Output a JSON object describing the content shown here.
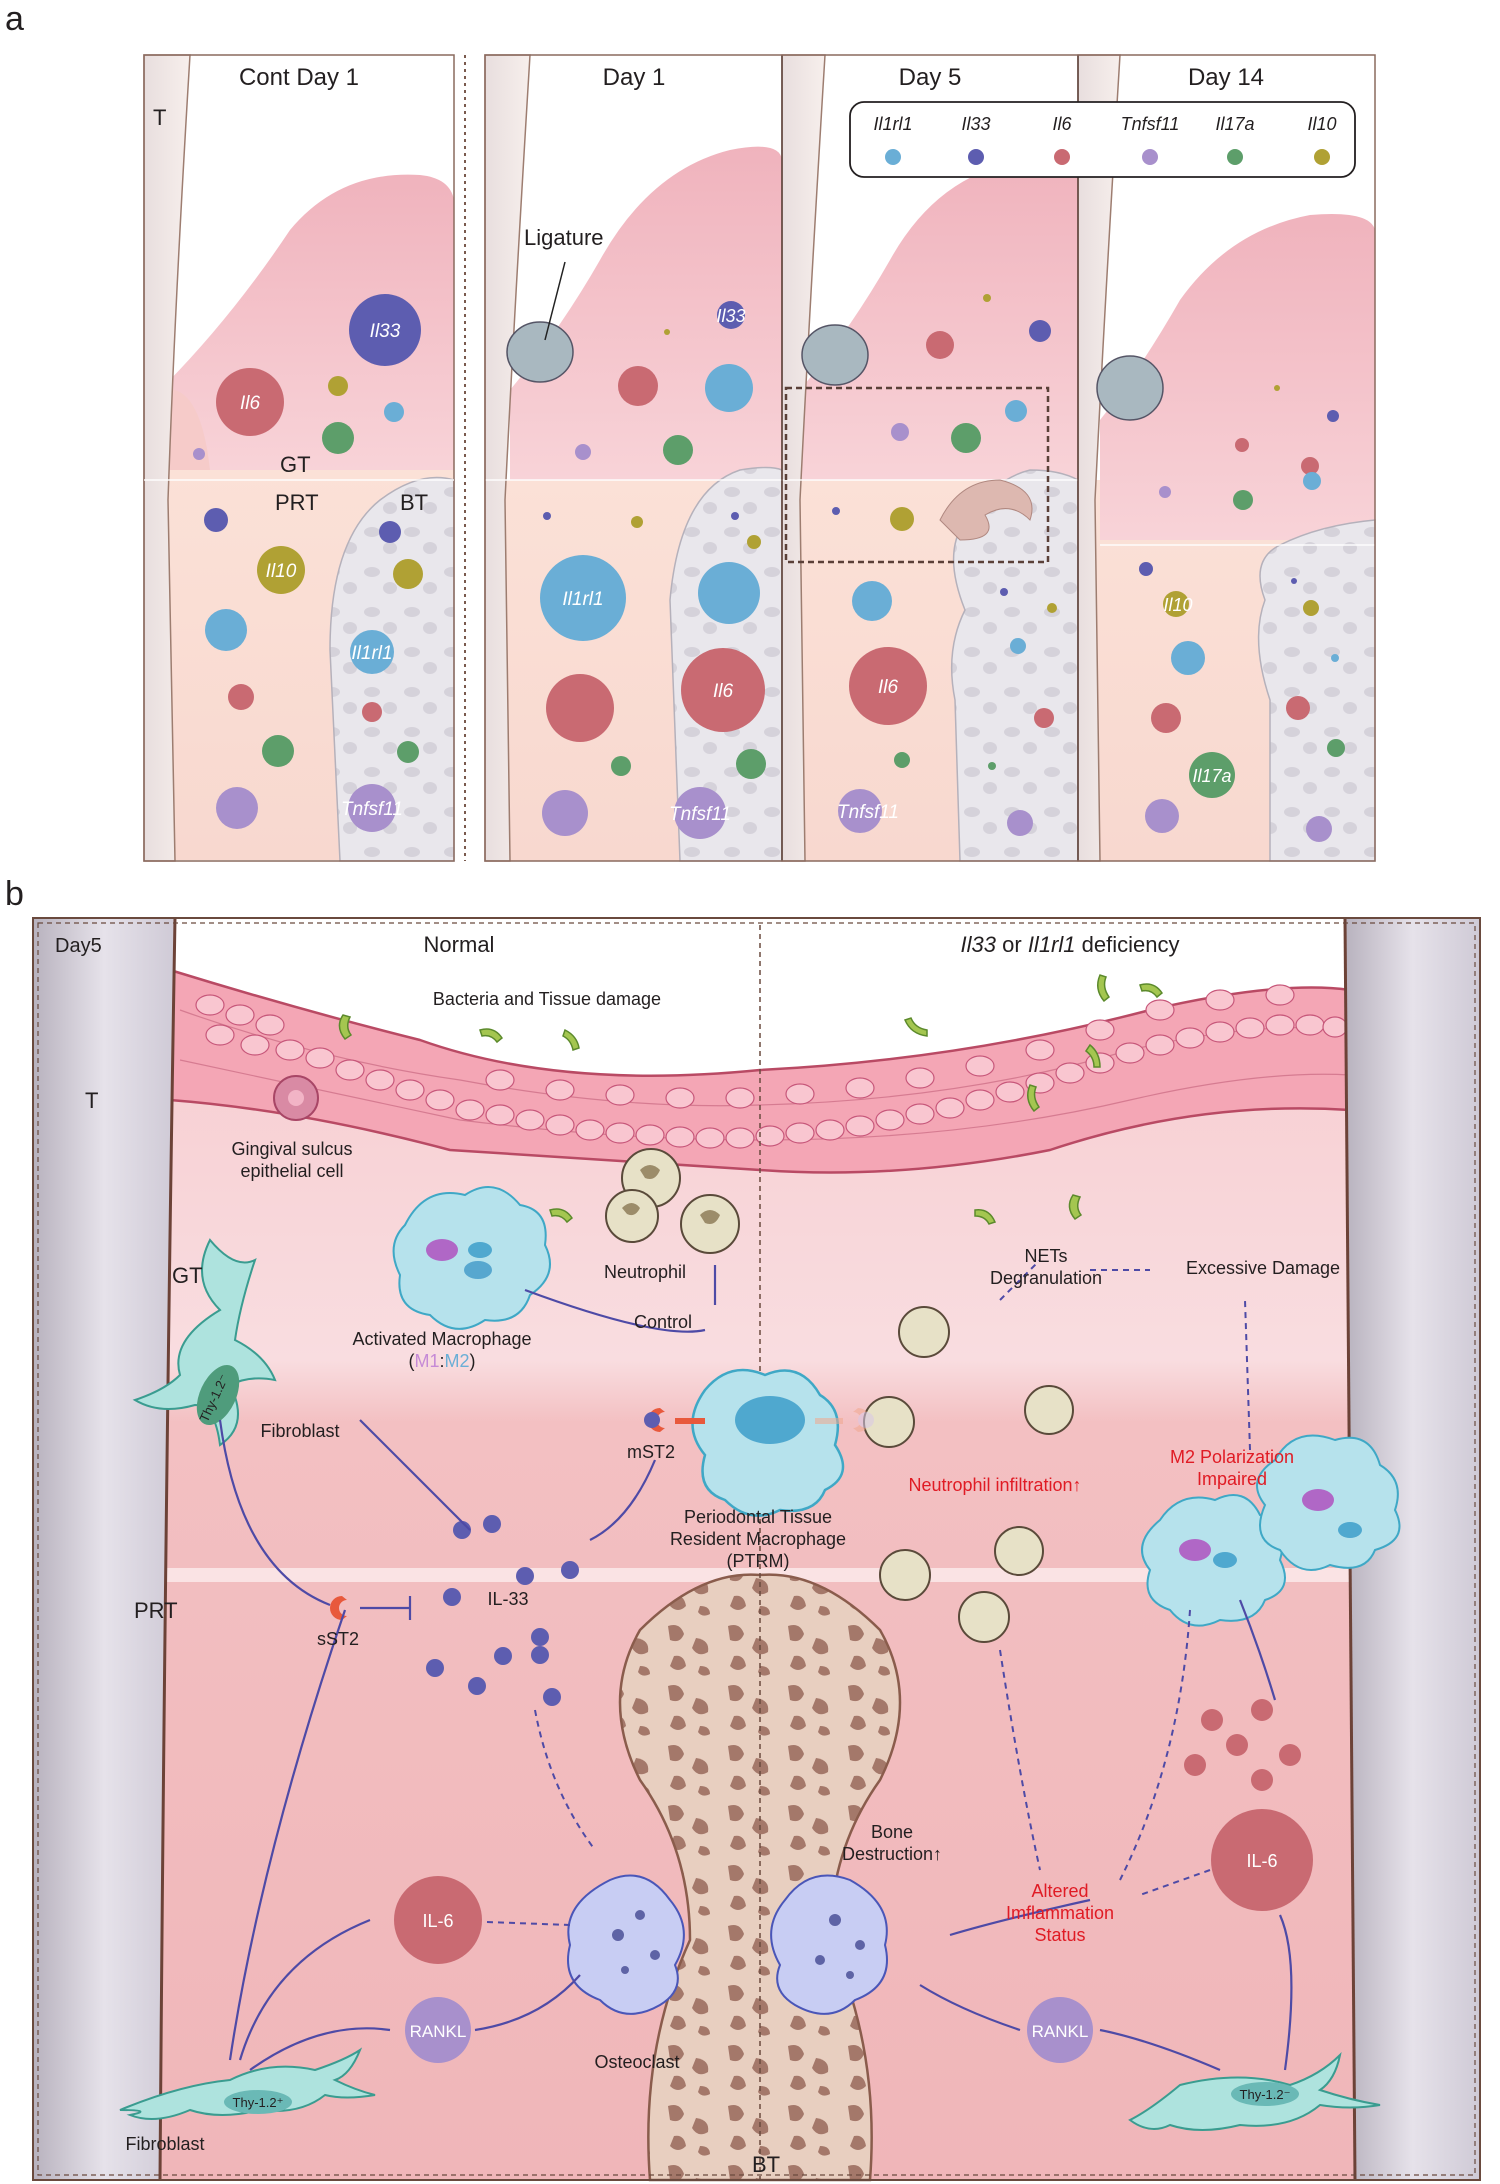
{
  "panel_a": {
    "letter": "a",
    "columns": [
      "Cont Day 1",
      "Day 1",
      "Day 5",
      "Day 14"
    ],
    "tissue_labels": {
      "tooth": "T",
      "gingiva": "GT",
      "ligament": "PRT",
      "bone": "BT"
    },
    "ligature_label": "Ligature",
    "legend": [
      {
        "gene": "Il1rl1",
        "color": "#6aaed6"
      },
      {
        "gene": "Il33",
        "color": "#5d5db0"
      },
      {
        "gene": "Il6",
        "color": "#c96a72"
      },
      {
        "gene": "Tnfsf11",
        "color": "#a890cc"
      },
      {
        "gene": "Il17a",
        "color": "#5d9e6a"
      },
      {
        "gene": "Il10",
        "color": "#b0a134"
      }
    ],
    "cell_labels": {
      "il33": "Il33",
      "il6": "Il6",
      "il10": "Il10",
      "il1rl1": "Il1rl1",
      "tnfsf11": "Tnfsf11",
      "il17a": "Il17a"
    }
  },
  "panel_b": {
    "letter": "b",
    "corner_label": "Day5",
    "normal_title": "Normal",
    "deficiency_title": {
      "gene1": "Il33",
      "middle": " or ",
      "gene2": "Il1rl1",
      "suffix": " deficiency"
    },
    "tissue_labels": {
      "tooth": "T",
      "gingiva": "GT",
      "ligament": "PRT",
      "bone": "BT"
    },
    "labels": {
      "bacteria": "Bacteria and Tissue damage",
      "gingival_cell_1": "Gingival sulcus",
      "gingival_cell_2": "epithelial cell",
      "neutrophil": "Neutrophil",
      "activated_macrophage": "Activated Macrophage",
      "m1": "M1",
      "m2": "M2",
      "paren_open": "(",
      "colon": ":",
      "paren_close": ")",
      "control": "Control",
      "fibroblast": "Fibroblast",
      "thy_pos": "Thy-1.2⁺",
      "thy_neg": "Thy-1.2⁻",
      "mst2": "mST2",
      "sst2": "sST2",
      "il33": "IL-33",
      "ptrm_1": "Periodontal Tissue",
      "ptrm_2": "Resident Macrophage",
      "ptrm_3": "(PTRM)",
      "nets_1": "NETs",
      "nets_2": "Degranulation",
      "excessive": "Excessive Damage",
      "neutrophil_infiltration": "Neutrophil infiltration↑",
      "m2_impaired_1": "M2 Polarization",
      "m2_impaired_2": "Impaired",
      "il6": "IL-6",
      "rankl": "RANKL",
      "osteoclast": "Osteoclast",
      "bone_destruction_1": "Bone",
      "bone_destruction_2": "Destruction↑",
      "altered_1": "Altered",
      "altered_2": "Imflammation",
      "altered_3": "Status"
    }
  }
}
